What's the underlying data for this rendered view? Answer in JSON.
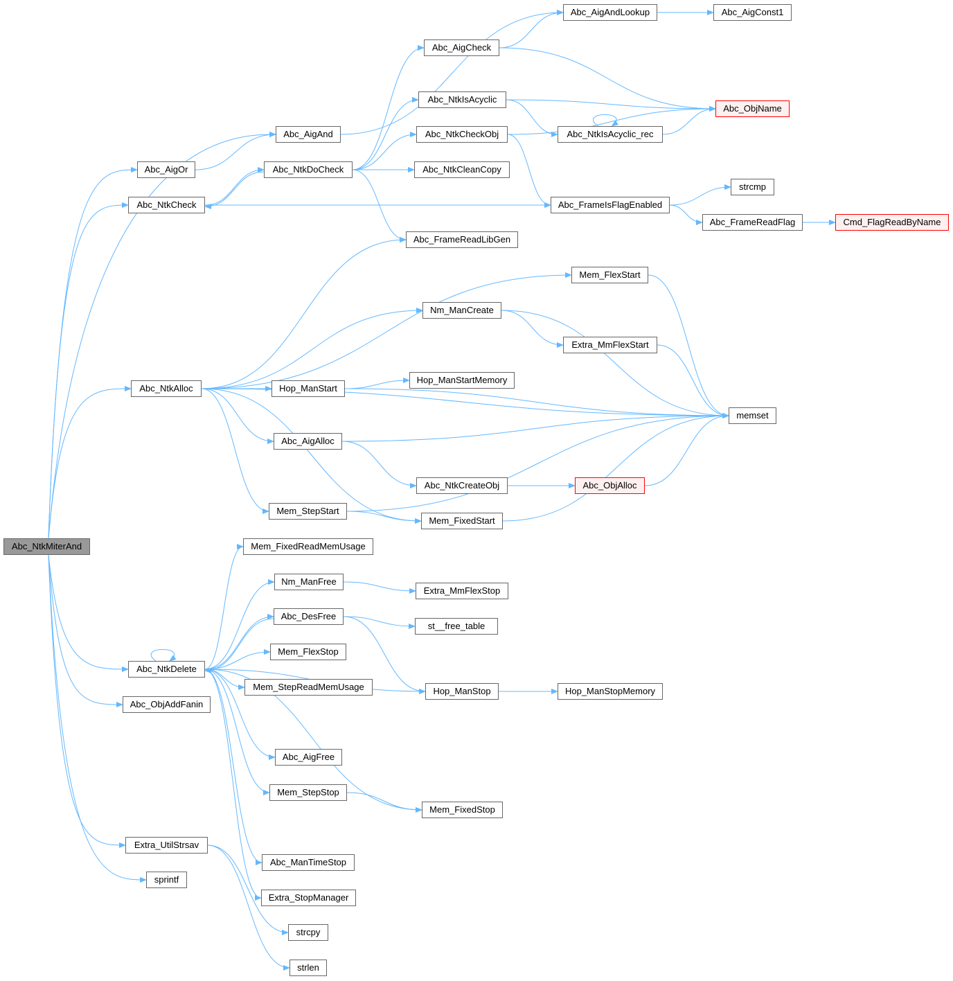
{
  "graph": {
    "edge_color": "#63b8ff",
    "nodes": [
      {
        "id": "miter",
        "label": "Abc_NtkMiterAnd",
        "kind": "root"
      },
      {
        "id": "aigand",
        "label": "Abc_AigAnd"
      },
      {
        "id": "aigor",
        "label": "Abc_AigOr"
      },
      {
        "id": "ntkcheck",
        "label": "Abc_NtkCheck"
      },
      {
        "id": "ntkdocheck",
        "label": "Abc_NtkDoCheck"
      },
      {
        "id": "aigandlookup",
        "label": "Abc_AigAndLookup"
      },
      {
        "id": "aigconst1",
        "label": "Abc_AigConst1"
      },
      {
        "id": "aigcheck",
        "label": "Abc_AigCheck"
      },
      {
        "id": "ntkisacyclic",
        "label": "Abc_NtkIsAcyclic"
      },
      {
        "id": "objname",
        "label": "Abc_ObjName",
        "kind": "red"
      },
      {
        "id": "ntkisacyclicrec",
        "label": "Abc_NtkIsAcyclic_rec"
      },
      {
        "id": "ntkcheckobj",
        "label": "Abc_NtkCheckObj"
      },
      {
        "id": "ntkcleancopy",
        "label": "Abc_NtkCleanCopy"
      },
      {
        "id": "strcmp",
        "label": "strcmp"
      },
      {
        "id": "frameisflagenabled",
        "label": "Abc_FrameIsFlagEnabled"
      },
      {
        "id": "framereadflag",
        "label": "Abc_FrameReadFlag"
      },
      {
        "id": "cmdflagreadbyname",
        "label": "Cmd_FlagReadByName",
        "kind": "red"
      },
      {
        "id": "framereadlibgen",
        "label": "Abc_FrameReadLibGen"
      },
      {
        "id": "memflexstart",
        "label": "Mem_FlexStart"
      },
      {
        "id": "nmmancreate",
        "label": "Nm_ManCreate"
      },
      {
        "id": "extrammflexstart",
        "label": "Extra_MmFlexStart"
      },
      {
        "id": "ntkalloc",
        "label": "Abc_NtkAlloc"
      },
      {
        "id": "hopmanstart",
        "label": "Hop_ManStart"
      },
      {
        "id": "hopmanstartmemory",
        "label": "Hop_ManStartMemory"
      },
      {
        "id": "memset",
        "label": "memset"
      },
      {
        "id": "aigalloc",
        "label": "Abc_AigAlloc"
      },
      {
        "id": "ntkcreateobj",
        "label": "Abc_NtkCreateObj"
      },
      {
        "id": "objalloc",
        "label": "Abc_ObjAlloc",
        "kind": "red"
      },
      {
        "id": "memstepstart",
        "label": "Mem_StepStart"
      },
      {
        "id": "memfixedstart",
        "label": "Mem_FixedStart"
      },
      {
        "id": "memfixedreadmemusage",
        "label": "Mem_FixedReadMemUsage"
      },
      {
        "id": "nmmanfree",
        "label": "Nm_ManFree"
      },
      {
        "id": "extrammflexstop",
        "label": "Extra_MmFlexStop"
      },
      {
        "id": "desfree",
        "label": "Abc_DesFree"
      },
      {
        "id": "stfreetable",
        "label": "st__free_table"
      },
      {
        "id": "memflexstop",
        "label": "Mem_FlexStop"
      },
      {
        "id": "ntkdelete",
        "label": "Abc_NtkDelete"
      },
      {
        "id": "memstepreadmemusage",
        "label": "Mem_StepReadMemUsage"
      },
      {
        "id": "hopmanstop",
        "label": "Hop_ManStop"
      },
      {
        "id": "hopmanstopmemory",
        "label": "Hop_ManStopMemory"
      },
      {
        "id": "objaddfanin",
        "label": "Abc_ObjAddFanin"
      },
      {
        "id": "aigfree",
        "label": "Abc_AigFree"
      },
      {
        "id": "memstepstop",
        "label": "Mem_StepStop"
      },
      {
        "id": "memfixedstop",
        "label": "Mem_FixedStop"
      },
      {
        "id": "extrautilstrsav",
        "label": "Extra_UtilStrsav"
      },
      {
        "id": "mantimestop",
        "label": "Abc_ManTimeStop"
      },
      {
        "id": "sprintf",
        "label": "sprintf"
      },
      {
        "id": "extrastopmanager",
        "label": "Extra_StopManager"
      },
      {
        "id": "strcpy",
        "label": "strcpy"
      },
      {
        "id": "strlen",
        "label": "strlen"
      }
    ],
    "edges": [
      [
        "miter",
        "aigand"
      ],
      [
        "miter",
        "aigor"
      ],
      [
        "miter",
        "ntkcheck"
      ],
      [
        "miter",
        "ntkalloc"
      ],
      [
        "miter",
        "ntkdelete"
      ],
      [
        "miter",
        "objaddfanin"
      ],
      [
        "miter",
        "extrautilstrsav"
      ],
      [
        "miter",
        "sprintf"
      ],
      [
        "aigand",
        "aigandlookup"
      ],
      [
        "aigor",
        "aigand"
      ],
      [
        "ntkcheck",
        "ntkdocheck"
      ],
      [
        "ntkcheck",
        "frameisflagenabled"
      ],
      [
        "ntkdocheck",
        "ntkcheck"
      ],
      [
        "ntkdocheck",
        "aigcheck"
      ],
      [
        "ntkdocheck",
        "ntkisacyclic"
      ],
      [
        "ntkdocheck",
        "ntkcheckobj"
      ],
      [
        "ntkdocheck",
        "ntkcleancopy"
      ],
      [
        "ntkdocheck",
        "framereadlibgen"
      ],
      [
        "aigandlookup",
        "aigconst1"
      ],
      [
        "aigcheck",
        "aigandlookup"
      ],
      [
        "aigcheck",
        "objname"
      ],
      [
        "ntkisacyclic",
        "objname"
      ],
      [
        "ntkisacyclic",
        "ntkisacyclicrec"
      ],
      [
        "ntkisacyclicrec",
        "ntkisacyclicrec"
      ],
      [
        "ntkisacyclicrec",
        "objname"
      ],
      [
        "ntkcheckobj",
        "objname"
      ],
      [
        "ntkcheckobj",
        "frameisflagenabled"
      ],
      [
        "frameisflagenabled",
        "strcmp"
      ],
      [
        "frameisflagenabled",
        "framereadflag"
      ],
      [
        "framereadflag",
        "cmdflagreadbyname"
      ],
      [
        "ntkalloc",
        "framereadlibgen"
      ],
      [
        "ntkalloc",
        "memflexstart"
      ],
      [
        "ntkalloc",
        "nmmancreate"
      ],
      [
        "ntkalloc",
        "memset"
      ],
      [
        "ntkalloc",
        "hopmanstart"
      ],
      [
        "ntkalloc",
        "aigalloc"
      ],
      [
        "ntkalloc",
        "memstepstart"
      ],
      [
        "ntkalloc",
        "memfixedstart"
      ],
      [
        "memflexstart",
        "memset"
      ],
      [
        "nmmancreate",
        "extrammflexstart"
      ],
      [
        "nmmancreate",
        "memset"
      ],
      [
        "extrammflexstart",
        "memset"
      ],
      [
        "hopmanstart",
        "hopmanstartmemory"
      ],
      [
        "hopmanstart",
        "memset"
      ],
      [
        "aigalloc",
        "memset"
      ],
      [
        "aigalloc",
        "ntkcreateobj"
      ],
      [
        "ntkcreateobj",
        "objalloc"
      ],
      [
        "objalloc",
        "memset"
      ],
      [
        "memstepstart",
        "memfixedstart"
      ],
      [
        "memstepstart",
        "memset"
      ],
      [
        "memfixedstart",
        "memset"
      ],
      [
        "ntkdelete",
        "ntkdelete"
      ],
      [
        "ntkdelete",
        "memfixedreadmemusage"
      ],
      [
        "ntkdelete",
        "nmmanfree"
      ],
      [
        "ntkdelete",
        "desfree"
      ],
      [
        "ntkdelete",
        "memflexstop"
      ],
      [
        "ntkdelete",
        "memstepreadmemusage"
      ],
      [
        "ntkdelete",
        "hopmanstop"
      ],
      [
        "ntkdelete",
        "aigfree"
      ],
      [
        "ntkdelete",
        "memstepstop"
      ],
      [
        "ntkdelete",
        "memfixedstop"
      ],
      [
        "ntkdelete",
        "mantimestop"
      ],
      [
        "ntkdelete",
        "extrastopmanager"
      ],
      [
        "nmmanfree",
        "extrammflexstop"
      ],
      [
        "desfree",
        "ntkdelete"
      ],
      [
        "desfree",
        "stfreetable"
      ],
      [
        "desfree",
        "hopmanstop"
      ],
      [
        "hopmanstop",
        "hopmanstopmemory"
      ],
      [
        "memstepstop",
        "memfixedstop"
      ],
      [
        "extrautilstrsav",
        "strcpy"
      ],
      [
        "extrautilstrsav",
        "strlen"
      ]
    ]
  }
}
